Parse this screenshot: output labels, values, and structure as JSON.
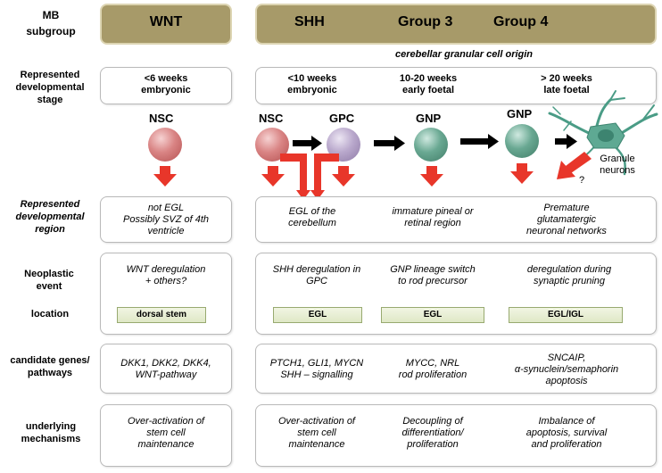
{
  "row_labels": {
    "subgroup": "MB subgroup",
    "stage": "Represented developmental stage",
    "region": "Represented developmental region",
    "event": "Neoplastic event",
    "location": "location",
    "genes": "candidate genes/ pathways",
    "mechanisms": "underlying mechanisms"
  },
  "headers": {
    "wnt": "WNT",
    "shh": "SHH",
    "group3": "Group 3",
    "group4": "Group 4"
  },
  "origin_note": "cerebellar granular cell origin",
  "stages": {
    "wnt": [
      "<6 weeks",
      "embryonic"
    ],
    "shh": [
      "<10 weeks",
      "embryonic"
    ],
    "group3": [
      "10-20 weeks",
      "early foetal"
    ],
    "group4": [
      "> 20 weeks",
      "late  foetal"
    ]
  },
  "cells": {
    "nsc_wnt": "NSC",
    "nsc_shh": "NSC",
    "gpc": "GPC",
    "gnp_g3": "GNP",
    "gnp_g4": "GNP",
    "granule": [
      "Granule",
      "neurons"
    ],
    "question": "?"
  },
  "regions": {
    "wnt": [
      "not EGL",
      "Possibly SVZ of 4th",
      "ventricle"
    ],
    "shh": [
      "EGL of the",
      "cerebellum"
    ],
    "group3": [
      "immature pineal or",
      "retinal region"
    ],
    "group4": [
      "Premature",
      "glutamatergic",
      "neuronal networks"
    ]
  },
  "events": {
    "wnt": [
      "WNT deregulation",
      "+ others?"
    ],
    "shh": [
      "SHH deregulation in",
      "GPC"
    ],
    "group3": [
      "GNP lineage switch",
      "to rod precursor"
    ],
    "group4": [
      "deregulation during",
      "synaptic pruning"
    ]
  },
  "locations": {
    "wnt": "dorsal stem",
    "shh": "EGL",
    "group3": "EGL",
    "group4": "EGL/IGL"
  },
  "genes": {
    "wnt": [
      "DKK1, DKK2, DKK4,",
      "WNT-pathway"
    ],
    "shh": [
      "PTCH1, GLI1, MYCN",
      "SHH – signalling"
    ],
    "group3": [
      "MYCC, NRL",
      "rod proliferation"
    ],
    "group4": [
      "SNCAIP,",
      "α-synuclein/semaphorin",
      "apoptosis"
    ]
  },
  "mechanisms": {
    "wnt": [
      "Over-activation of",
      "stem cell",
      "maintenance"
    ],
    "shh": [
      "Over-activation of",
      "stem cell",
      "maintenance"
    ],
    "group3": [
      "Decoupling of",
      "differentiation/",
      "proliferation"
    ],
    "group4": [
      "Imbalance of",
      "apoptosis, survival",
      "and proliferation"
    ]
  },
  "colors": {
    "header_fill": "#a79a69",
    "red_arrow": "#e8362a",
    "location_fill": "#e6edd2"
  }
}
